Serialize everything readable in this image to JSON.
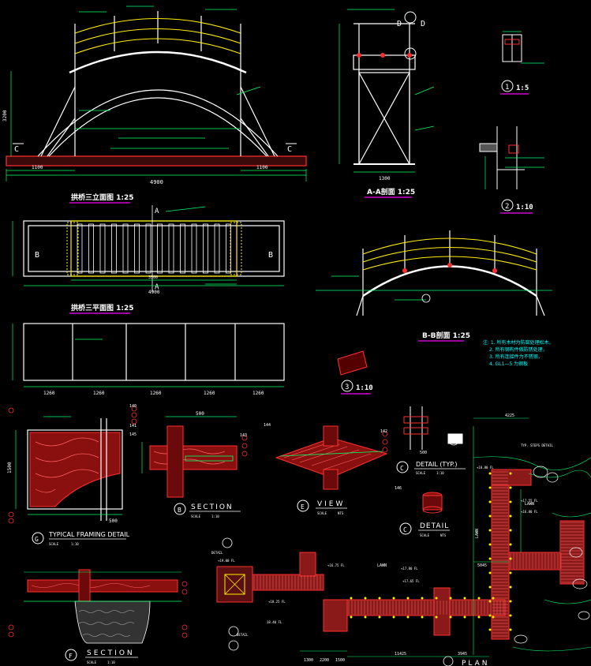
{
  "colors": {
    "background": "#000000",
    "structure": "#ffffff",
    "rail": "#ffee00",
    "dimension": "#00ff66",
    "leader": "#00ff66",
    "title": "#ffffff",
    "underline": "#d000d0",
    "hatch": "#ff2020",
    "note": "#00ffff",
    "callout": "#ff3030"
  },
  "titles": {
    "elevation": "拱桥三立面图  1:25",
    "plan_view": "拱桥三平面图  1:25",
    "section_aa": "A-A剖面  1:25",
    "section_bb": "B-B剖面  1:25",
    "detail_1": "1:5",
    "detail_2": "1:10",
    "detail_3": "1:10",
    "typical_framing": "TYPICAL FRAMING DETAIL",
    "section_b": "SECTION",
    "view_e": "VIEW",
    "detail_typ": "DETAIL (TYP.)",
    "detail_c": "DETAIL",
    "section_f": "SECTION",
    "plan": "PLAN"
  },
  "markers": {
    "c_left": "C",
    "c_right": "C",
    "d_left": "D",
    "d_right": "D",
    "b_left": "B",
    "b_right": "B",
    "a_top": "A",
    "a_bottom": "A",
    "detail_1": "1",
    "detail_2": "2",
    "detail_3": "3",
    "g": "G",
    "b_circle": "B",
    "e_circle": "E",
    "c_circle_1": "C",
    "c_circle_2": "C",
    "f_circle": "F"
  },
  "dimensions": {
    "elev_total": "4900",
    "elev_left": "1100",
    "elev_right": "1100",
    "elev_height": "3200",
    "plan_total": "4900",
    "plan_mid": "3500",
    "aa_width": "1300",
    "bottom_span_1": "1260",
    "bottom_span_2": "1260",
    "bottom_span_3": "1260",
    "bottom_span_4": "1260",
    "bottom_span_5": "1260",
    "framing_width": "500",
    "framing_height": "1500",
    "section_b_top": "500",
    "detail_typ_top": "500",
    "plan_left_1": "1300",
    "plan_left_2": "2200",
    "plan_left_3": "1500",
    "plan_total_bottom": "11425",
    "plan_right": "3945",
    "plan_top": "4225",
    "plan_mid_right": "5045"
  },
  "scales": {
    "scale_label": "SCALE",
    "typ_framing": "1:10",
    "section_b": "1:10",
    "view_e": "NTS",
    "detail_typ": "1:10",
    "detail_c": "NTS",
    "section_f": "1:10"
  },
  "plan_labels": {
    "lawn_1": "LAWN",
    "lawn_2": "LAWN",
    "lawn_3": "LAWN",
    "typ_steps": "TYP. STEPS DETAIL",
    "detail_1": "DETAIL",
    "detail_2": "DETAIL",
    "el_1": "+18.80 FL",
    "el_2": "+17.55 FL",
    "el_3": "+17.80 FL",
    "el_4": "+16.75 FL",
    "el_5": "+17.65 FL",
    "el_6": "+16.80 FL",
    "el_7": "+18.25 FL",
    "el_8": "+19.00 FL",
    "el_9": "18.40 FL"
  },
  "notes": [
    "注: 1. 所有木材为防腐处理松木，",
    "2. 所有钢构件做防锈处理，",
    "3. 所有连接件为不锈钢，",
    "4. GL1—5 为钢板"
  ],
  "callout_numbers": [
    "140",
    "141",
    "142",
    "143",
    "144",
    "145",
    "146"
  ]
}
